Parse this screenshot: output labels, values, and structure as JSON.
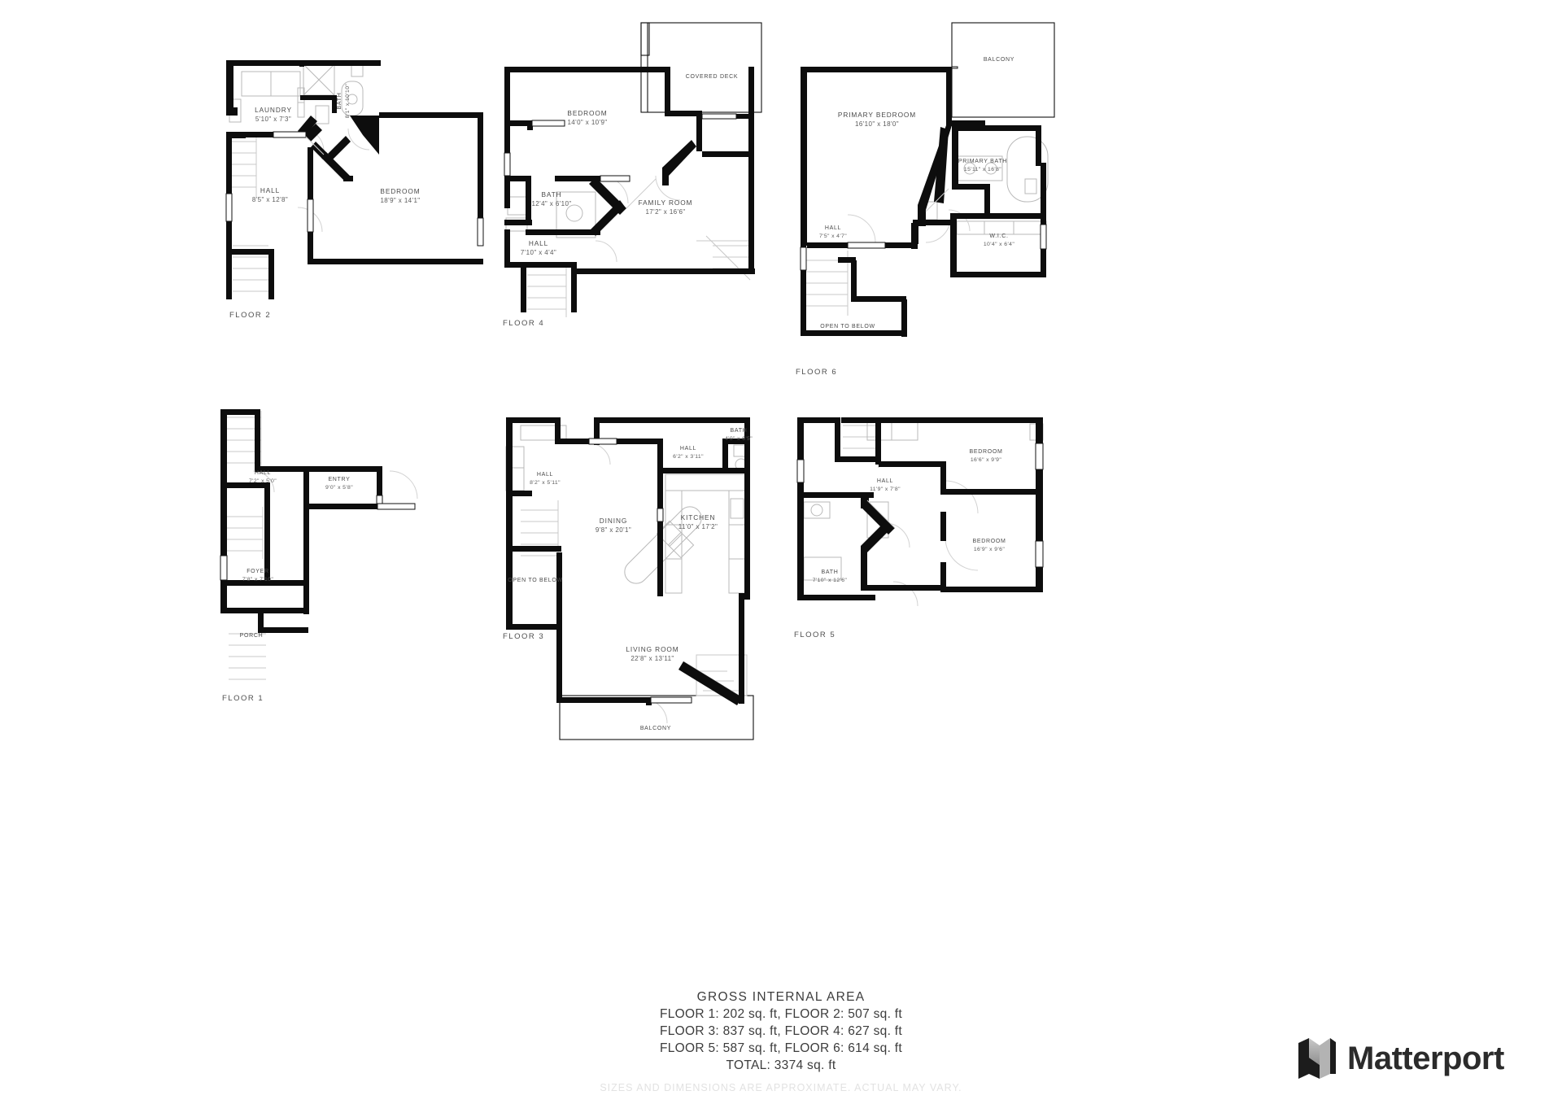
{
  "document": {
    "type": "floor-plan-sheet",
    "brand": "Matterport",
    "disclaimer": "SIZES AND DIMENSIONS ARE APPROXIMATE. ACTUAL MAY VARY."
  },
  "area_summary": {
    "title": "GROSS INTERNAL AREA",
    "line1": "FLOOR 1: 202 sq. ft, FLOOR 2: 507 sq. ft",
    "line2": "FLOOR 3: 837 sq. ft, FLOOR 4: 627 sq. ft",
    "line3": "FLOOR 5: 587 sq. ft, FLOOR 6: 614 sq. ft",
    "line4": "TOTAL: 3374 sq. ft"
  },
  "floors": [
    {
      "id": "floor-2",
      "caption": "FLOOR 2",
      "area": "507 sq. ft",
      "rooms": [
        {
          "name": "LAUNDRY",
          "dim": "5'10\" x 7'3\""
        },
        {
          "name": "BATH",
          "dim": "8'1\" x 10'10\""
        },
        {
          "name": "HALL",
          "dim": "8'5\" x 12'8\""
        },
        {
          "name": "BEDROOM",
          "dim": "18'9\" x 14'1\""
        }
      ]
    },
    {
      "id": "floor-4",
      "caption": "FLOOR 4",
      "area": "627 sq. ft",
      "rooms": [
        {
          "name": "COVERED DECK",
          "dim": ""
        },
        {
          "name": "BEDROOM",
          "dim": "14'0\" x 10'9\""
        },
        {
          "name": "BATH",
          "dim": "12'4\" x 6'10\""
        },
        {
          "name": "FAMILY ROOM",
          "dim": "17'2\" x 16'6\""
        },
        {
          "name": "HALL",
          "dim": "7'10\" x 4'4\""
        }
      ]
    },
    {
      "id": "floor-6",
      "caption": "FLOOR 6",
      "area": "614 sq. ft",
      "rooms": [
        {
          "name": "BALCONY",
          "dim": ""
        },
        {
          "name": "PRIMARY BEDROOM",
          "dim": "16'10\" x 18'0\""
        },
        {
          "name": "PRIMARY BATH",
          "dim": "15'11\" x 16'8\""
        },
        {
          "name": "W.I.C.",
          "dim": "10'4\" x 6'4\""
        },
        {
          "name": "HALL",
          "dim": "7'5\" x 4'7\""
        },
        {
          "name": "OPEN TO BELOW",
          "dim": ""
        }
      ]
    },
    {
      "id": "floor-1",
      "caption": "FLOOR 1",
      "area": "202 sq. ft",
      "rooms": [
        {
          "name": "HALL",
          "dim": "7'2\" x 5'0\""
        },
        {
          "name": "ENTRY",
          "dim": "9'0\" x 5'8\""
        },
        {
          "name": "FOYER",
          "dim": "7'8\" x 7'10\""
        },
        {
          "name": "PORCH",
          "dim": ""
        }
      ]
    },
    {
      "id": "floor-3",
      "caption": "FLOOR 3",
      "area": "837 sq. ft",
      "rooms": [
        {
          "name": "HALL",
          "dim": "8'2\" x 5'11\""
        },
        {
          "name": "HALL",
          "dim": "6'2\" x 3'11\""
        },
        {
          "name": "BATH",
          "dim": "4'0\" x 6'5\""
        },
        {
          "name": "DINING",
          "dim": "9'8\" x 20'1\""
        },
        {
          "name": "KITCHEN",
          "dim": "11'0\" x 17'2\""
        },
        {
          "name": "OPEN TO BELOW",
          "dim": ""
        },
        {
          "name": "LIVING ROOM",
          "dim": "22'8\" x 13'11\""
        },
        {
          "name": "BALCONY",
          "dim": ""
        }
      ]
    },
    {
      "id": "floor-5",
      "caption": "FLOOR 5",
      "area": "587 sq. ft",
      "rooms": [
        {
          "name": "BEDROOM",
          "dim": "16'6\" x 9'9\""
        },
        {
          "name": "HALL",
          "dim": "11'9\" x 7'8\""
        },
        {
          "name": "BEDROOM",
          "dim": "16'9\" x 9'6\""
        },
        {
          "name": "BATH",
          "dim": "7'10\" x 12'6\""
        }
      ]
    }
  ],
  "colors": {
    "wall": "#0d0d0d",
    "label_text": "#4a4a4a",
    "summary_text": "#3c3c3c",
    "disclaimer_text": "#e2e2e2",
    "brand_text": "#2b2b2b",
    "background": "#ffffff"
  }
}
